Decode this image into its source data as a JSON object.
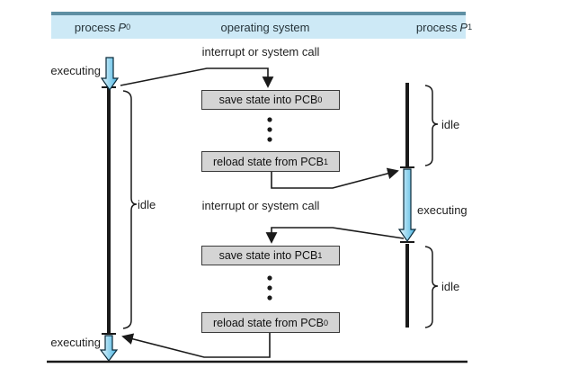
{
  "colors": {
    "header_band": "#cde9f6",
    "header_rule": "#5e8fa3",
    "box_fill": "#d4d4d4",
    "box_border": "#3a3a3a",
    "line_black": "#1a1a1a",
    "arrow_blue": "#49b4e2",
    "arrow_blue_light": "#e9f7fd",
    "text": "#2b2b2b"
  },
  "header": {
    "p0": {
      "prefix": "process ",
      "var": "P",
      "sub": "0"
    },
    "os": {
      "label": "operating system"
    },
    "p1": {
      "prefix": "process ",
      "var": "P",
      "sub": "1"
    }
  },
  "events": {
    "interrupt_top": "interrupt or system call",
    "interrupt_bottom": "interrupt or system call"
  },
  "timeline_p0": {
    "executing_top": "executing",
    "idle": "idle",
    "executing_bottom": "executing"
  },
  "timeline_p1": {
    "idle_top": "idle",
    "executing": "executing",
    "idle_bottom": "idle"
  },
  "os_boxes": [
    {
      "action": "save state into PCB",
      "sub": "0"
    },
    {
      "action": "reload state from PCB",
      "sub": "1"
    },
    {
      "action": "save state into PCB",
      "sub": "1"
    },
    {
      "action": "reload state from PCB",
      "sub": "0"
    }
  ]
}
